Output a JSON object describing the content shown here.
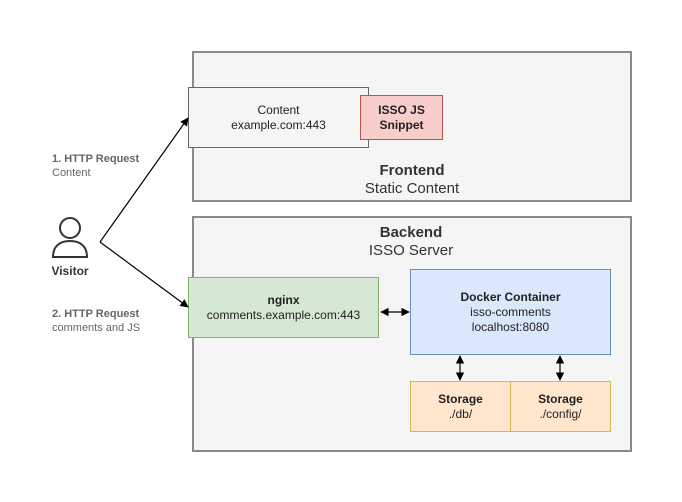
{
  "frontend": {
    "title": "Frontend",
    "subtitle": "Static Content",
    "content_box": {
      "line1": "Content",
      "line2": "example.com:443"
    },
    "snippet_box": {
      "line1": "ISSO JS",
      "line2": "Snippet"
    }
  },
  "backend": {
    "title": "Backend",
    "subtitle": "ISSO Server",
    "nginx": {
      "line1": "nginx",
      "line2": "comments.example.com:443"
    },
    "docker": {
      "line1": "Docker Container",
      "line2": "isso-comments",
      "line3": "localhost:8080"
    },
    "storage_db": {
      "line1": "Storage",
      "line2": "./db/"
    },
    "storage_config": {
      "line1": "Storage",
      "line2": "./config/"
    }
  },
  "visitor": {
    "label": "Visitor"
  },
  "requests": {
    "first": {
      "line1": "1. HTTP Request",
      "line2": "Content"
    },
    "second": {
      "line1": "2. HTTP Request",
      "line2": "comments and JS"
    }
  },
  "colors": {
    "group_border": "#8a8a8a",
    "group_fill": "#f5f5f5",
    "snippet_fill": "#f8cecc",
    "snippet_border": "#b85450",
    "nginx_fill": "#d5e8d4",
    "nginx_border": "#82b366",
    "docker_fill": "#dae8fc",
    "docker_border": "#6c8ebf",
    "storage_fill": "#ffe6cc",
    "storage_border": "#d6b656"
  }
}
